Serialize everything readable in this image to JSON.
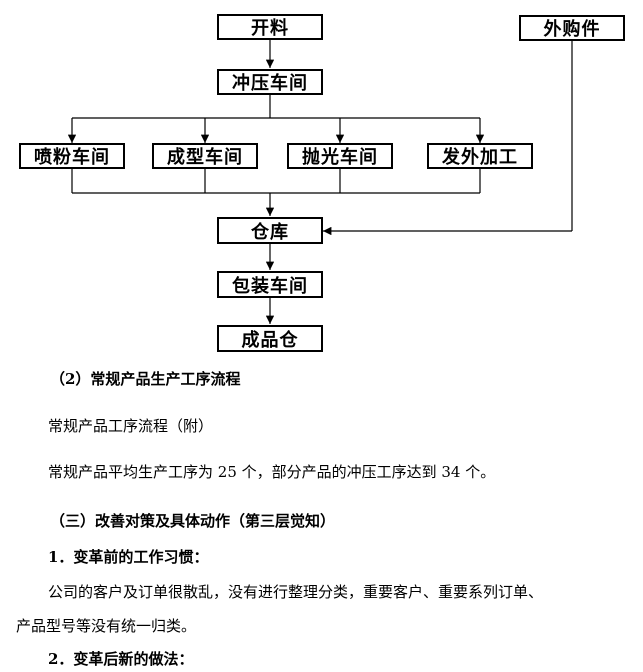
{
  "flowchart": {
    "nodes": {
      "kailiao": "开料",
      "waigoujian": "外购件",
      "chongya": "冲压车间",
      "penfen": "喷粉车间",
      "chengxing": "成型车间",
      "paoguang": "抛光车间",
      "fawai": "发外加工",
      "cangku": "仓库",
      "baozhuang": "包装车间",
      "chengpin": "成品仓"
    }
  },
  "document": {
    "section_heading": "（2）常规产品生产工序流程",
    "para_1": "常规产品工序流程（附）",
    "para_2": "常规产品平均生产工序为 25 个，部分产品的冲压工序达到 34 个。",
    "section_3_heading": "（三）改善对策及具体动作（第三层觉知）",
    "item_1_heading": "1．变革前的工作习惯：",
    "item_1_line_1": "公司的客户及订单很散乱，没有进行整理分类，重要客户、重要系列订单、",
    "item_1_line_2": "产品型号等没有统一归类。",
    "item_2_heading": "2．变革后新的做法："
  }
}
